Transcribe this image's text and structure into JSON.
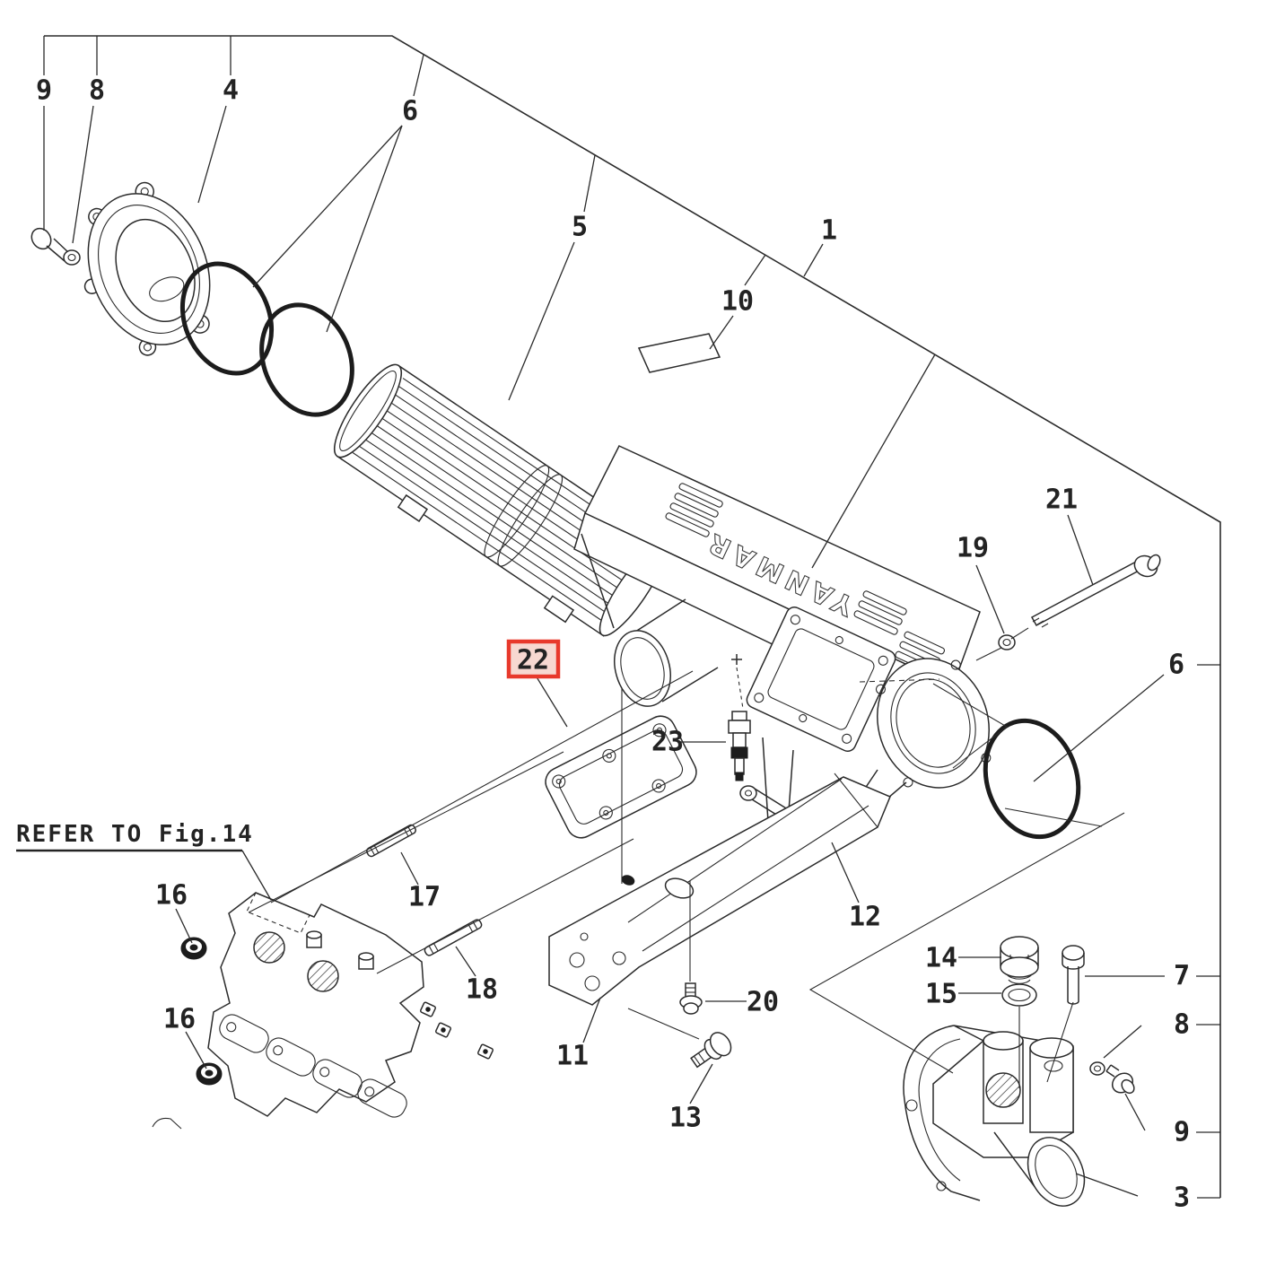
{
  "figure": {
    "fig_ref": "REFER TO Fig.14",
    "brand_text": "YANMAR",
    "highlight_border": "#e8392c",
    "highlight_fill": "#f7d8d1",
    "line_color": "#2b2b2b",
    "background": "#ffffff"
  },
  "callouts": [
    {
      "label": "9",
      "highlighted": false
    },
    {
      "label": "8",
      "highlighted": false
    },
    {
      "label": "4",
      "highlighted": false
    },
    {
      "label": "6",
      "highlighted": false
    },
    {
      "label": "5",
      "highlighted": false
    },
    {
      "label": "10",
      "highlighted": false
    },
    {
      "label": "1",
      "highlighted": false
    },
    {
      "label": "21",
      "highlighted": false
    },
    {
      "label": "19",
      "highlighted": false
    },
    {
      "label": "6",
      "highlighted": false
    },
    {
      "label": "23",
      "highlighted": false
    },
    {
      "label": "22",
      "highlighted": true
    },
    {
      "label": "12",
      "highlighted": false
    },
    {
      "label": "17",
      "highlighted": false
    },
    {
      "label": "16",
      "highlighted": false
    },
    {
      "label": "18",
      "highlighted": false
    },
    {
      "label": "16",
      "highlighted": false
    },
    {
      "label": "11",
      "highlighted": false
    },
    {
      "label": "20",
      "highlighted": false
    },
    {
      "label": "13",
      "highlighted": false
    },
    {
      "label": "14",
      "highlighted": false
    },
    {
      "label": "15",
      "highlighted": false
    },
    {
      "label": "7",
      "highlighted": false
    },
    {
      "label": "8",
      "highlighted": false
    },
    {
      "label": "9",
      "highlighted": false
    },
    {
      "label": "3",
      "highlighted": false
    }
  ]
}
